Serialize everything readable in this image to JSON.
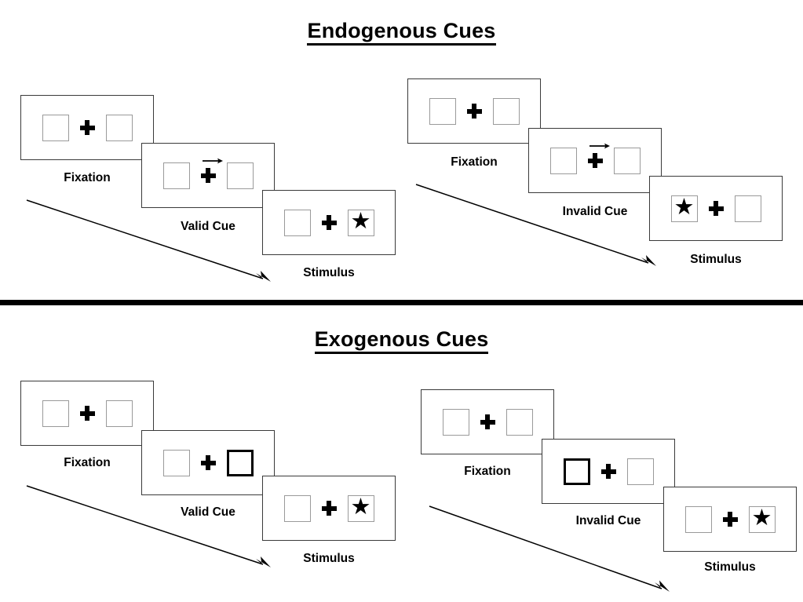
{
  "sections": [
    {
      "id": "endogenous",
      "title": "Endogenous Cues",
      "sequences": [
        {
          "id": "endogenous-valid",
          "cue_type": "arrow",
          "steps": [
            {
              "id": "fixation",
              "caption": "Fixation",
              "left_box": "empty",
              "right_box": "empty",
              "center": "plus"
            },
            {
              "id": "cue",
              "caption": "Valid Cue",
              "left_box": "empty",
              "right_box": "empty",
              "center": "plus-with-right-arrow"
            },
            {
              "id": "stimulus",
              "caption": "Stimulus",
              "left_box": "empty",
              "right_box": "star",
              "center": "plus"
            }
          ]
        },
        {
          "id": "endogenous-invalid",
          "cue_type": "arrow",
          "steps": [
            {
              "id": "fixation",
              "caption": "Fixation",
              "left_box": "empty",
              "right_box": "empty",
              "center": "plus"
            },
            {
              "id": "cue",
              "caption": "Invalid Cue",
              "left_box": "empty",
              "right_box": "empty",
              "center": "plus-with-right-arrow"
            },
            {
              "id": "stimulus",
              "caption": "Stimulus",
              "left_box": "star",
              "right_box": "empty",
              "center": "plus"
            }
          ]
        }
      ]
    },
    {
      "id": "exogenous",
      "title": "Exogenous Cues",
      "sequences": [
        {
          "id": "exogenous-valid",
          "cue_type": "box-highlight",
          "steps": [
            {
              "id": "fixation",
              "caption": "Fixation",
              "left_box": "empty",
              "right_box": "empty",
              "center": "plus"
            },
            {
              "id": "cue",
              "caption": "Valid Cue",
              "left_box": "empty",
              "right_box": "cued",
              "center": "plus"
            },
            {
              "id": "stimulus",
              "caption": "Stimulus",
              "left_box": "empty",
              "right_box": "star",
              "center": "plus"
            }
          ]
        },
        {
          "id": "exogenous-invalid",
          "cue_type": "box-highlight",
          "steps": [
            {
              "id": "fixation",
              "caption": "Fixation",
              "left_box": "empty",
              "right_box": "empty",
              "center": "plus"
            },
            {
              "id": "cue",
              "caption": "Invalid Cue",
              "left_box": "cued",
              "right_box": "empty",
              "center": "plus"
            },
            {
              "id": "stimulus",
              "caption": "Stimulus",
              "left_box": "empty",
              "right_box": "star",
              "center": "plus"
            }
          ]
        }
      ]
    }
  ],
  "glyphs": {
    "star": "★"
  },
  "colors": {
    "panel_border": "#3a3a3a",
    "box_border": "#9a9a9a",
    "cued_box_border": "#000000",
    "ink": "#000000",
    "background": "#ffffff"
  }
}
